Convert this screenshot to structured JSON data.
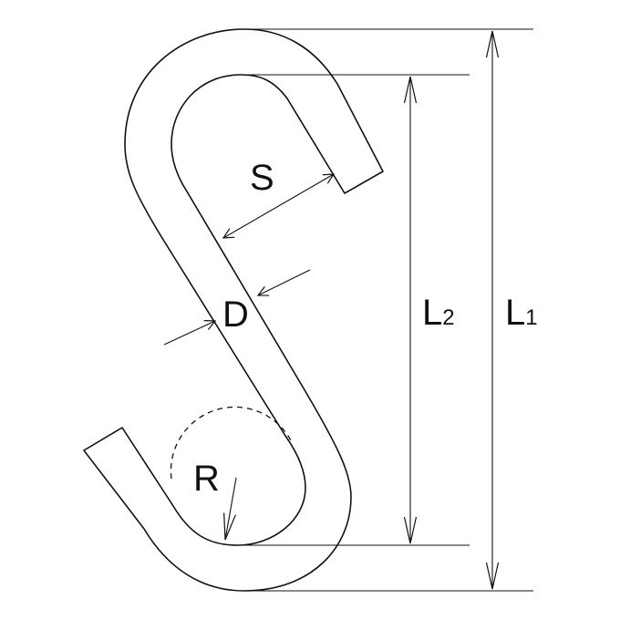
{
  "labels": {
    "s": "S",
    "d": "D",
    "r": "R",
    "l2_main": "L",
    "l2_sub": "2",
    "l1_main": "L",
    "l1_sub": "1"
  },
  "colors": {
    "stroke": "#111111",
    "background": "#ffffff"
  }
}
